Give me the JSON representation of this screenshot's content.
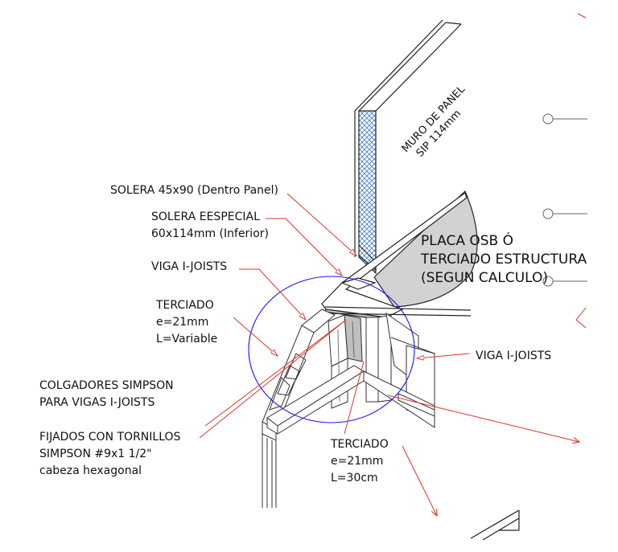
{
  "labels": {
    "muro_panel": [
      "MURO DE PANEL",
      "SIP 114mm"
    ],
    "solera_dentro": "SOLERA 45x90 (Dentro Panel)",
    "solera_especial": [
      "SOLERA EESPECIAL",
      "60x114mm (Inferior)"
    ],
    "viga_left": "VIGA I-JOISTS",
    "terciado_var": [
      "TERCIADO",
      "e=21mm",
      "L=Variable"
    ],
    "placa_osb": [
      "PLACA  OSB Ó",
      "TERCIADO ESTRUCTURA",
      "(SEGUN CALCULO)"
    ],
    "viga_right": "VIGA I-JOISTS",
    "colgadores": [
      "COLGADORES SIMPSON",
      "PARA VIGAS I-JOISTS"
    ],
    "fijados": [
      "FIJADOS CON TORNILLOS",
      "SIMPSON #9x1 1/2\"",
      "cabeza hexagonal"
    ],
    "terciado_30": [
      "TERCIADO",
      "e=21mm",
      "L=30cm"
    ]
  },
  "colors": {
    "leader": "#d9372a",
    "focus_ellipse": "#1a1aff",
    "insulation": "#3a78c8",
    "linework": "#222222",
    "osb_fill": "#d2d2d2"
  }
}
